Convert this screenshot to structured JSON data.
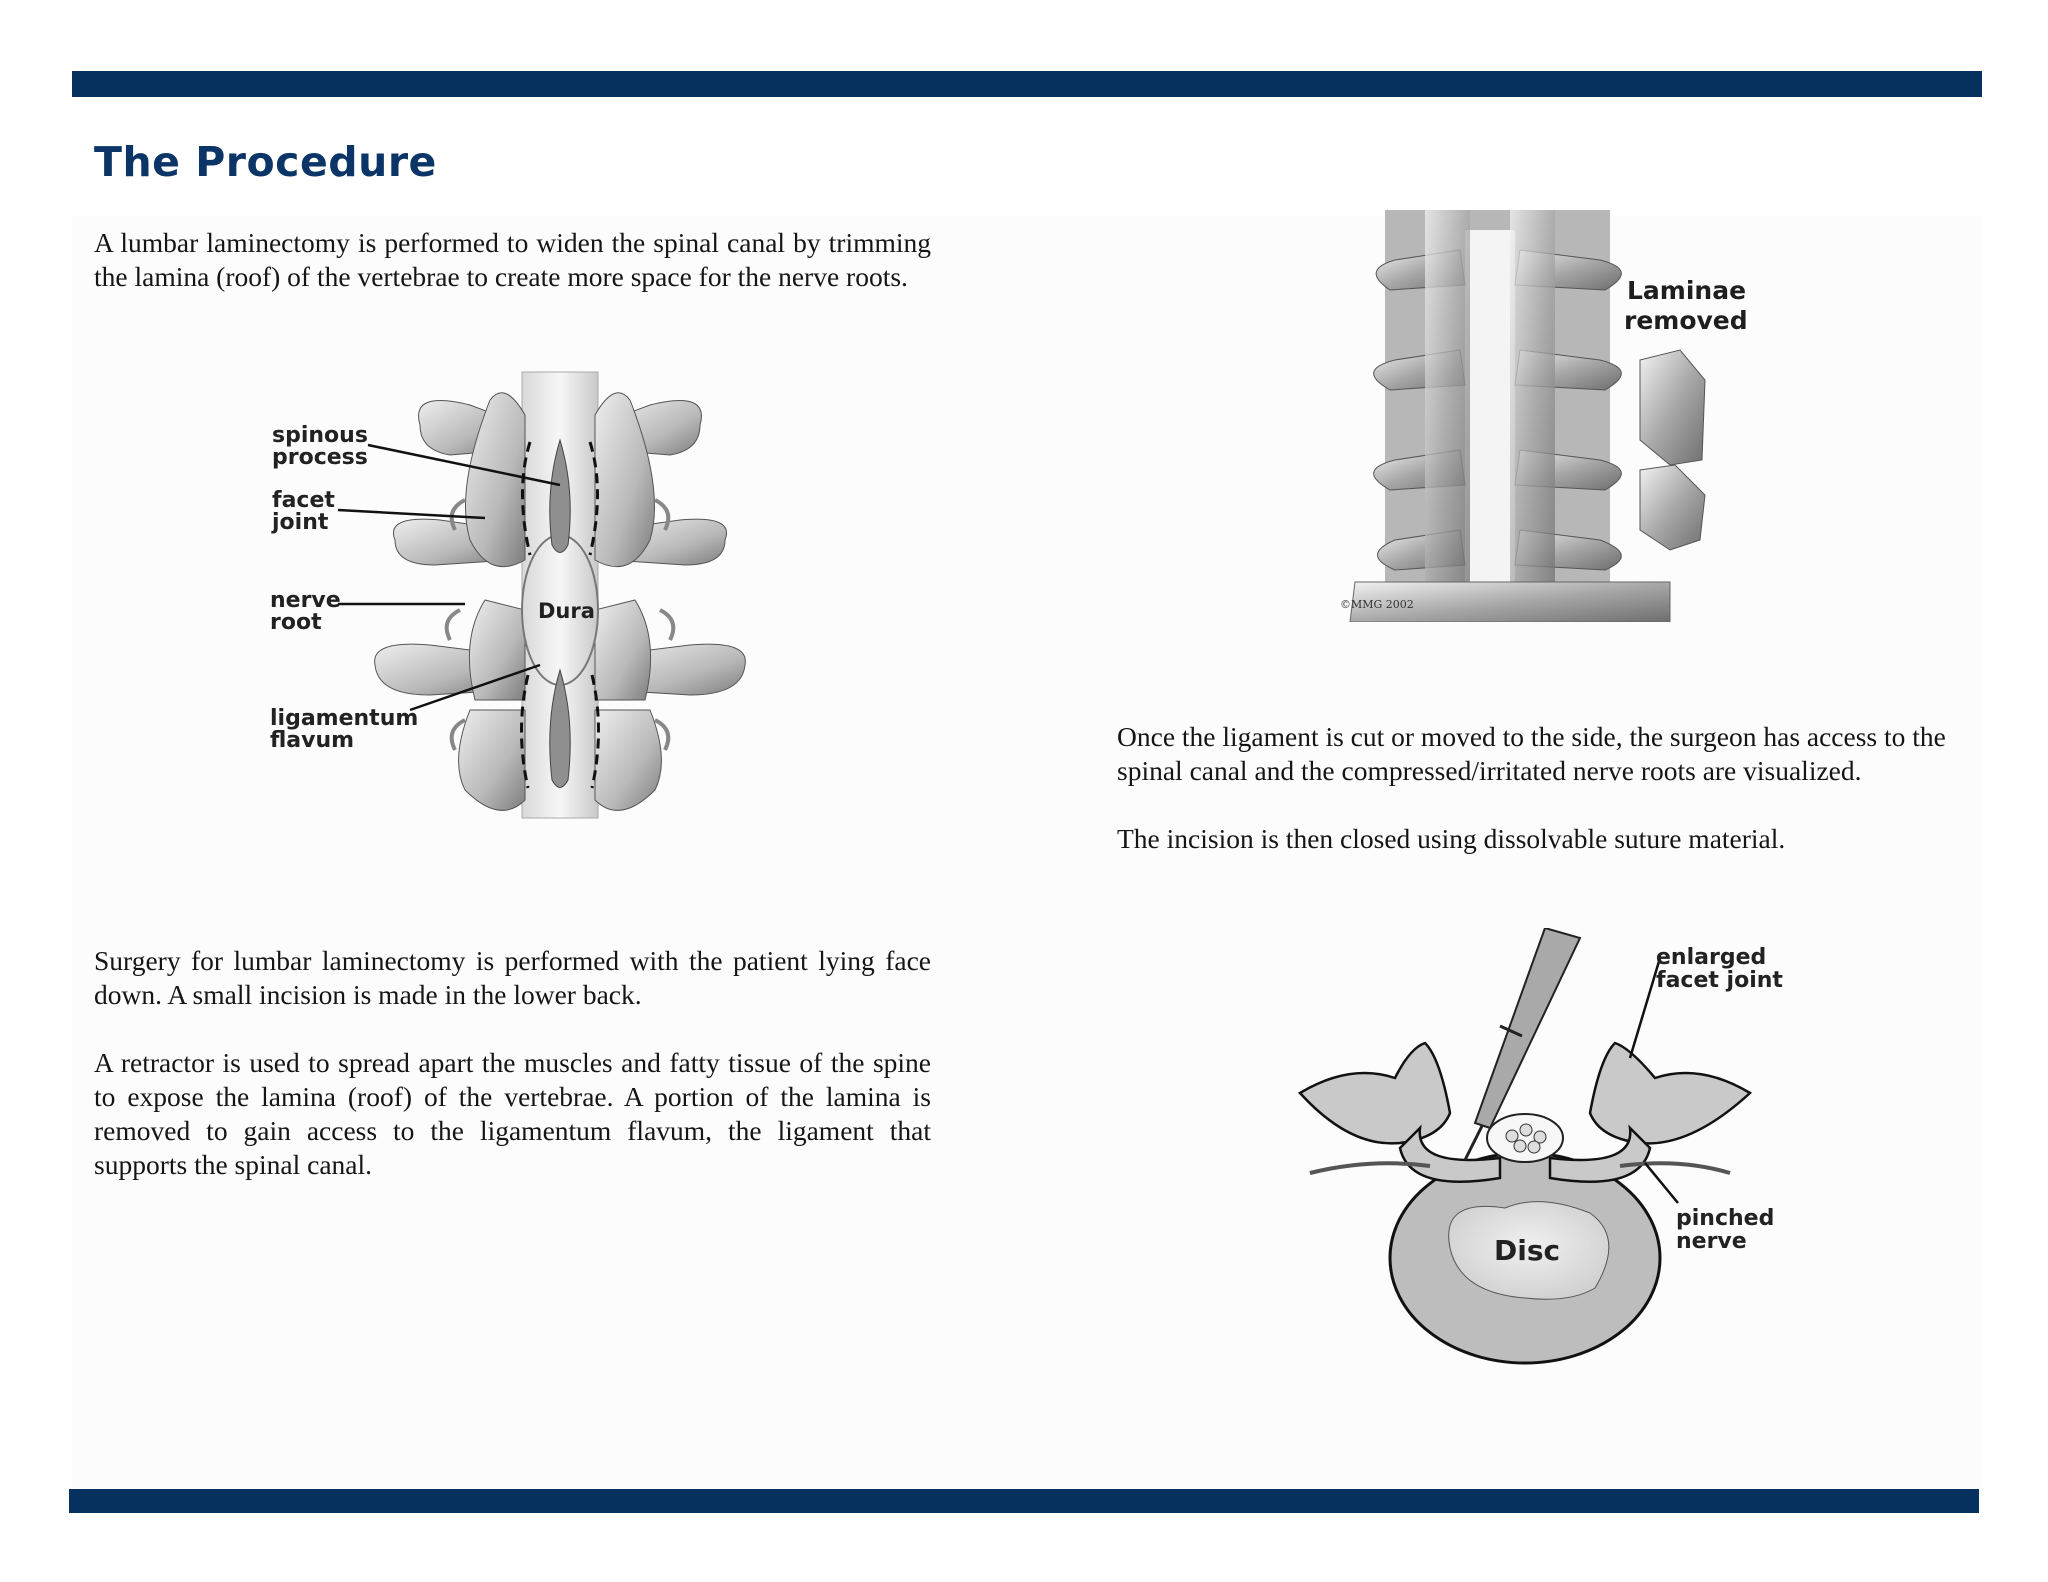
{
  "page": {
    "title": "The Procedure",
    "paragraphs": {
      "intro": "A lumbar laminectomy is performed to widen the spinal canal by trimming the lamina (roof) of the vertebrae to create more space for the nerve roots.",
      "surgery": "Surgery for lumbar laminectomy is performed with the patient lying face down. A small incision is made in the lower back.",
      "retractor": "A retractor is used to spread apart the muscles and fatty tissue of the spine to expose the lamina (roof) of the vertebrae. A portion of the lamina is removed to gain access to the ligamentum flavum, the ligament that supports the spinal canal.",
      "ligament": "Once the ligament is cut or moved to the side, the surgeon has access to the spinal canal and the compressed/irritated nerve roots are visualized.",
      "incision": "The incision is then closed using dissolvable suture material."
    }
  },
  "figures": {
    "spine_back": {
      "labels": {
        "spinous_1": "spinous",
        "spinous_2": "process",
        "facet_1": "facet",
        "facet_2": "joint",
        "nerve_1": "nerve",
        "nerve_2": "root",
        "lig_1": "ligamentum",
        "lig_2": "flavum",
        "dura": "Dura"
      }
    },
    "laminae": {
      "labels": {
        "line_1": "Laminae",
        "line_2": "removed",
        "credit": "©MMG 2002"
      }
    },
    "cross_section": {
      "labels": {
        "facet_1": "enlarged",
        "facet_2": "facet joint",
        "nerve_1": "pinched",
        "nerve_2": "nerve",
        "disc": "Disc"
      }
    }
  },
  "colors": {
    "band": "#06315f",
    "title": "#0b3567"
  }
}
